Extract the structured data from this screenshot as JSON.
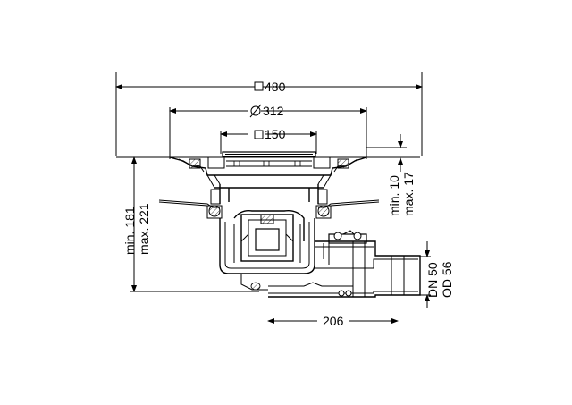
{
  "dimensions": {
    "overall_width": "480",
    "outer_ring": "312",
    "grate": "150",
    "adjust_min": "min. 10",
    "adjust_max": "max. 17",
    "height_min": "min. 181",
    "height_max": "max. 221",
    "dn": "DN 50",
    "od": "OD 56",
    "outlet_offset": "206"
  },
  "symbols": {
    "square": "square-symbol",
    "diameter": "diameter-symbol"
  },
  "colors": {
    "ink": "#000000",
    "background": "#ffffff"
  }
}
